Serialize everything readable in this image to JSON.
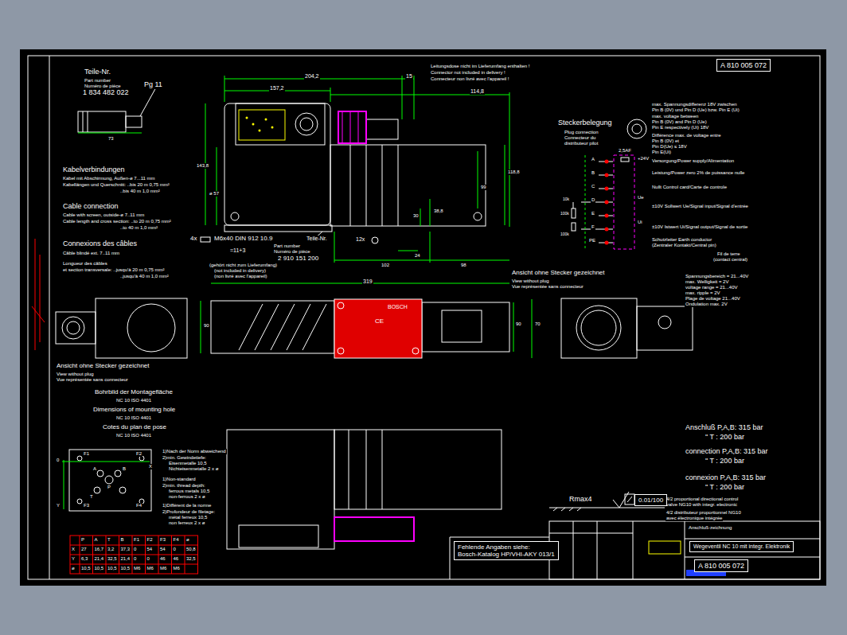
{
  "diagram": {
    "nodes": [
      {
        "text": [
          "A 810 005 072"
        ]
      },
      {
        "text": [
          "Fehlende Angaben siehe:",
          "Bosch-Katalog HP/VHI-AKY 013/1"
        ]
      },
      {
        "text": [
          "0.01/100"
        ]
      },
      {
        "text": [
          "Wegeventil NC 10 mit integr. Elektronik"
        ]
      },
      {
        "text": [
          "A 810 005 072"
        ]
      }
    ],
    "labels": [
      "Teile-Nr.",
      "Part number",
      "Numéro de pièce",
      "1 834 482 022",
      "Pg 11",
      "73",
      "Kabelverbindungen",
      "Kabel mit Abschirmung, Außen-ø 7...11 mm",
      "Kabellängen und Querschnitt: ..bis 20 m 0,75 mm²",
      "..bis 40 m 1,0 mm²",
      "Cable connection",
      "Cable with screen, outside-ø 7..11 mm",
      "Cable length and cross section: ..to 20 m 0,75 mm²",
      "..to 40 m 1,0 mm²",
      "Connexions des câbles",
      "Câble blindé ext. 7..11 mm",
      "Longueur des câbles",
      "et section transversale: ..jusqu'à 20 m 0,75 mm²",
      "..jusqu'à 40 m 1,0 mm²",
      "204,2",
      "15",
      "157,2",
      "114,8",
      "Leitungsdose nicht im Lieferumfang enthalten !",
      "Connector not included in delivery !",
      "Connecteur non livré avec l'appareil !",
      "143,8",
      "ø 57",
      "118,8",
      "99",
      "30",
      "38,8",
      "24",
      "102",
      "98",
      "4x",
      "M6x40 DIN 912 10.9",
      "Teile-Nr.",
      "Part number",
      "Numéro de pièce",
      "2 910 151 200",
      "12x",
      "=11+3",
      "(gehört nicht zum Lieferumfang)",
      "(not included in delivery)",
      "(non livré avec l'appareil)",
      "319",
      "90",
      "90",
      "70",
      "BOSCH",
      "CE",
      "Ansicht ohne Stecker gezeichnet",
      "View without plug",
      "Vue représentée sans connecteur",
      "Ansicht ohne Stecker gezeichnet",
      "View without plug",
      "Vue représentée sans connecteur",
      "Bohrbild der Montagefläche",
      "NC 10 ISO 4401",
      "Dimensions of mounting hole",
      "NC 10 ISO 4401",
      "Cotes du plan de pose",
      "NC 10 ISO 4401",
      "1)Nach der Norm abweichend",
      "2)min. Gewindetiefe:",
      "Eisenmetalle 10,5",
      "Nichteisenmetalle 2 x ø",
      "1)Non-standard",
      "2)min. thread depth:",
      "ferrous metals 10,5",
      "non-ferrous 2 x ø",
      "1)Différent de la norme",
      "2)Profondeur de filetage:",
      "métal ferreux 10,5",
      "non ferreux 2 x ø",
      "P",
      "A",
      "B",
      "T",
      "F1",
      "F2",
      "F3",
      "F4",
      "0",
      "X",
      "Y",
      "P",
      "A",
      "T",
      "B",
      "F1",
      "F2",
      "F3",
      "F4",
      "ø",
      "X",
      "27",
      "16,7",
      "3,2",
      "37,3",
      "0",
      "54",
      "54",
      "0",
      "50,8",
      "Y",
      "6,3",
      "21,4",
      "32,5",
      "21,4",
      "0",
      "0",
      "46",
      "46",
      "32,5",
      "ø",
      "10,5",
      "10,5",
      "10,5",
      "10,5",
      "M6",
      "M6",
      "M6",
      "M6",
      "max. Spannungsdifferenz 18V zwischen",
      "Pin B (0V) und Pin D (Ue) bzw. Pin E (Ui)",
      "max. voltage between",
      "Pin B (0V) and Pin D (Ue)",
      "Pin E respectively (Ui) 18V",
      "Différence max. de voltage entre",
      "Pin B (0V) et",
      "Pin D(Ue) ≤ 18V",
      "Pin E(Ui)",
      "Steckerbelegung",
      "Plug connection",
      "Connecteur du",
      "distributeur pilot",
      "A",
      "B",
      "C",
      "D",
      "E",
      "F",
      "PE",
      "2,5AF",
      "+24V",
      "Versorgung/Power supply/Alimentation",
      "Leistung/Power zero 2% de puissance nulle",
      "Nullt Control card/Carte de controle",
      "Ue",
      "±10V Sollwert Ue/Signal input/Signal d'entrée",
      "Ui",
      "±10V Istwert Ui/Signal output/Signal de sortie",
      "Schutzleiter Earth conductor",
      "(Zentraler Kontakt/Central pin)",
      "Fil de terre",
      "(contact central)",
      "10k",
      "100k",
      "100k",
      "Spannungsbereich = 21...40V",
      "max. Welligkeit = 2V",
      "voltage range = 21...40V",
      "max. ripple = 2V",
      "Plage de voltage 21...40V",
      "Ondulation max. 2V",
      "Anschluß P,A,B: 315 bar",
      "\" T : 200 bar",
      "connection P,A,B: 315 bar",
      "\" T : 200 bar",
      "connexion P,A,B: 315 bar",
      "\" T : 200 bar",
      "Rmax4",
      "4/2 proportional directional control",
      "valve NG10 with integr. electronic",
      "4/2 distributeur proportionnel NG10",
      "avec électronique intégrée",
      "Anschluß-zeichnung"
    ]
  }
}
